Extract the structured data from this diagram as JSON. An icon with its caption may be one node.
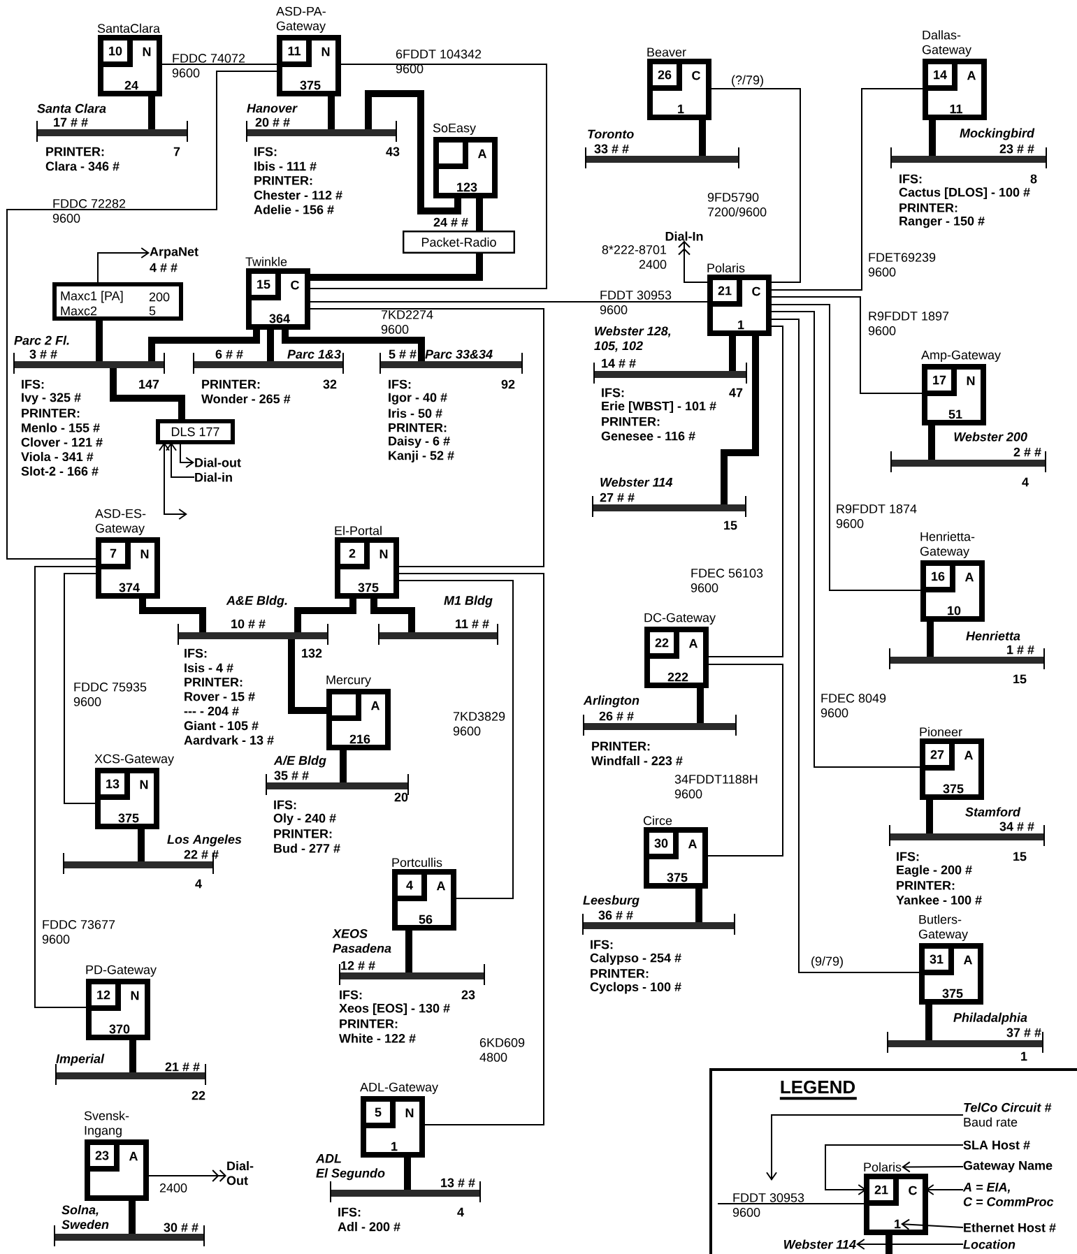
{
  "diagram": {
    "nodes": [
      {
        "text": [
          "SantaClara",
          "N",
          "24"
        ]
      },
      {
        "text": [
          "10"
        ],
        "in": 0
      },
      {
        "text": [
          "Santa Clara",
          "17 # #"
        ],
        "beside": [
          "PRINTER:",
          "Clara - 346 #",
          "7"
        ]
      },
      {
        "text": [
          "ASD-PA-Gateway",
          "N",
          "375"
        ]
      },
      {
        "text": [
          "11"
        ],
        "in": 3
      },
      {
        "text": [
          "Hanover",
          "20 # #"
        ],
        "beside": [
          "IFS:",
          "Ibis - 111 #",
          "PRINTER:",
          "Chester - 112 #",
          "Adelie - 156 #",
          "43"
        ]
      },
      {
        "text": [
          "SoEasy",
          "A",
          "123"
        ]
      },
      {
        "text": [],
        "shape": "box",
        "in": 6
      },
      {
        "text": [
          "Packet-Radio"
        ],
        "beside": [
          "24 # #"
        ]
      },
      {
        "text": [
          "Beaver",
          "C",
          "1"
        ]
      },
      {
        "text": [
          "26"
        ],
        "in": 9
      },
      {
        "text": [
          "Toronto",
          "33 # #"
        ]
      },
      {
        "text": [
          "Dallas-Gateway",
          "A",
          "11"
        ]
      },
      {
        "text": [
          "14"
        ],
        "in": 12
      },
      {
        "text": [
          "Mockingbird",
          "23 # #"
        ],
        "beside": [
          "IFS:",
          "Cactus [DLOS] - 100 #",
          "PRINTER:",
          "Ranger - 150 #",
          "8"
        ]
      },
      {
        "text": [
          "ArpaNet",
          "4 # #"
        ]
      },
      {
        "text": [
          "Maxc1 [PA]",
          "200",
          "Maxc2",
          "5"
        ]
      },
      {
        "text": [
          "Twinkle",
          "C",
          "364"
        ]
      },
      {
        "text": [
          "15"
        ],
        "in": 17
      },
      {
        "text": [
          "Dial-In"
        ]
      },
      {
        "text": [
          "Polaris",
          "C",
          "1"
        ]
      },
      {
        "text": [
          "21"
        ],
        "in": 20
      },
      {
        "text": [
          "Parc 2 Fl.",
          "3 # #"
        ],
        "beside": [
          "IFS:",
          "Ivy - 325 #",
          "PRINTER:",
          "Menlo - 155 #",
          "Clover - 121 #",
          "Viola - 341 #",
          "Slot-2 - 166 #",
          "147"
        ]
      },
      {
        "text": [
          "6 # #",
          "Parc 1&3"
        ],
        "beside": [
          "PRINTER:",
          "Wonder - 265 #",
          "32"
        ]
      },
      {
        "text": [
          "5 # #",
          "Parc 33&34"
        ],
        "beside": [
          "IFS:",
          "Igor - 40 #",
          "Iris - 50 #",
          "PRINTER:",
          "Daisy - 6 #",
          "Kanji - 52 #",
          "92"
        ]
      },
      {
        "text": [
          "Webster 128, 105, 102",
          "14 # #"
        ],
        "beside": [
          "IFS:",
          "Erie [WBST] - 101 #",
          "PRINTER:",
          "Genesee - 116 #",
          "47"
        ]
      },
      {
        "text": [
          "Amp-Gateway",
          "N",
          "51"
        ]
      },
      {
        "text": [
          "17"
        ],
        "in": 26
      },
      {
        "text": [
          "Webster 200",
          "2 # #"
        ],
        "beside": [
          "4"
        ]
      },
      {
        "text": [
          "DLS 177"
        ]
      },
      {
        "text": [
          "Dial-out"
        ]
      },
      {
        "text": [
          "Dial-in"
        ]
      },
      {
        "text": [
          "Webster 114",
          "27 # #"
        ],
        "beside": [
          "15"
        ]
      },
      {
        "text": [
          "ASD-ES-Gateway",
          "N",
          "374"
        ]
      },
      {
        "text": [
          "7"
        ],
        "in": 33
      },
      {
        "text": [
          "El-Portal",
          "N",
          "375"
        ]
      },
      {
        "text": [
          "2"
        ],
        "in": 35
      },
      {
        "text": [
          "Henrietta-Gateway",
          "A",
          "10"
        ]
      },
      {
        "text": [
          "16"
        ],
        "in": 37
      },
      {
        "text": [
          "A&E Bldg.",
          "10 # #"
        ],
        "beside": [
          "IFS:",
          "Isis - 4 #",
          "PRINTER:",
          "Rover - 15 #",
          "--- - 204 #",
          "Giant - 105 #",
          "Aardvark - 13 #",
          "132"
        ]
      },
      {
        "text": [
          "M1 Bldg",
          "11 # #"
        ]
      },
      {
        "text": [
          "DC-Gateway",
          "A",
          "222"
        ]
      },
      {
        "text": [
          "22"
        ],
        "in": 41
      },
      {
        "text": [
          "Henrietta",
          "1 # #"
        ],
        "beside": [
          "15"
        ]
      },
      {
        "text": [
          "Mercury",
          "A",
          "216"
        ]
      },
      {
        "text": [],
        "shape": "box",
        "in": 44
      },
      {
        "text": [
          "Arlington",
          "26 # #"
        ],
        "beside": [
          "PRINTER:",
          "Windfall - 223 #"
        ]
      },
      {
        "text": [
          "XCS-Gateway",
          "N",
          "375"
        ]
      },
      {
        "text": [
          "13"
        ],
        "in": 47
      },
      {
        "text": [
          "Pioneer",
          "A",
          "375"
        ]
      },
      {
        "text": [
          "27"
        ],
        "in": 49
      },
      {
        "text": [
          "A/E Bldg",
          "35 # #"
        ],
        "beside": [
          "IFS:",
          "Oly - 240 #",
          "PRINTER:",
          "Bud - 277 #",
          "20"
        ]
      },
      {
        "text": [
          "Circe",
          "A",
          "375"
        ]
      },
      {
        "text": [
          "30"
        ],
        "in": 52
      },
      {
        "text": [
          "Los Angeles",
          "22 # #"
        ],
        "beside": [
          "4"
        ]
      },
      {
        "text": [
          "Stamford",
          "34 # #"
        ],
        "beside": [
          "IFS:",
          "Eagle - 200 #",
          "PRINTER:",
          "Yankee - 100 #",
          "15"
        ]
      },
      {
        "text": [
          "Portcullis",
          "A",
          "56"
        ]
      },
      {
        "text": [
          "4"
        ],
        "in": 56
      },
      {
        "text": [
          "Leesburg",
          "36 # #"
        ],
        "beside": [
          "IFS:",
          "Calypso - 254 #",
          "PRINTER:",
          "Cyclops - 100 #"
        ]
      },
      {
        "text": [
          "Butlers-Gateway",
          "A",
          "375"
        ]
      },
      {
        "text": [
          "31"
        ],
        "in": 59
      },
      {
        "text": [
          "XEOS Pasadena",
          "12 # #"
        ],
        "beside": [
          "IFS:",
          "Xeos [EOS] - 130 #",
          "PRINTER:",
          "White - 122 #",
          "23"
        ]
      },
      {
        "text": [
          "PD-Gateway",
          "N",
          "370"
        ]
      },
      {
        "text": [
          "12"
        ],
        "in": 62
      },
      {
        "text": [
          "Philadalphia",
          "37 # #"
        ],
        "beside": [
          "1"
        ]
      },
      {
        "text": [
          "Imperial",
          "21 # #"
        ],
        "beside": [
          "22"
        ]
      },
      {
        "text": [
          "ADL-Gateway",
          "N",
          "1"
        ]
      },
      {
        "text": [
          "5"
        ],
        "in": 66
      },
      {
        "text": [
          "Svensk-Ingang",
          "A"
        ]
      },
      {
        "text": [
          "23"
        ],
        "in": 68
      },
      {
        "text": [
          "Dial-Out"
        ]
      },
      {
        "text": [
          "ADL El Segundo",
          "13 # #"
        ],
        "beside": [
          "IFS:",
          "Adl - 200 #",
          "4"
        ]
      },
      {
        "text": [
          "Solna, Sweden",
          "30 # #"
        ]
      },
      {
        "text": [
          "LEGEND"
        ]
      },
      {
        "text": [
          "TelCo Circuit #",
          "Baud rate"
        ],
        "in": 73
      },
      {
        "text": [
          "SLA Host #"
        ],
        "in": 73
      },
      {
        "text": [
          "Polaris",
          "C",
          "1"
        ],
        "in": 73
      },
      {
        "text": [
          "21"
        ],
        "in": 76
      },
      {
        "text": [
          "Gateway Name"
        ],
        "in": 73
      },
      {
        "text": [
          "A = EIA, C = CommProc"
        ],
        "in": 73
      },
      {
        "text": [
          "Ethernet Host #"
        ],
        "in": 73
      },
      {
        "text": [
          "Webster 114"
        ],
        "in": 73
      },
      {
        "text": [
          "Location"
        ],
        "in": 73
      }
    ],
    "edges": [
      {
        "from": 0,
        "to": 3,
        "arrow": "none",
        "label": "FDDC 74072 9600"
      },
      {
        "from": 3,
        "to": 33,
        "arrow": "none",
        "label": "FDDC 72282 9600"
      },
      {
        "from": 3,
        "to": 17,
        "arrow": "none",
        "label": "6FDDT 104342 9600"
      },
      {
        "from": 17,
        "to": 20,
        "arrow": "none",
        "label": "FDDT 30953 9600"
      },
      {
        "from": 17,
        "to": 35,
        "arrow": "none",
        "label": "7KD2274 9600"
      },
      {
        "from": 9,
        "to": 20,
        "arrow": "none",
        "label": "9FD5790 7200/9600"
      },
      {
        "from": 20,
        "to": 12,
        "arrow": "none",
        "label": "FDET69239 9600"
      },
      {
        "from": 20,
        "to": 26,
        "arrow": "none",
        "label": "R9FDDT 1897 9600"
      },
      {
        "from": 20,
        "to": 37,
        "arrow": "none",
        "label": "R9FDDT 1874 9600"
      },
      {
        "from": 20,
        "to": 49,
        "arrow": "none",
        "label": "FDEC 8049 9600"
      },
      {
        "from": 20,
        "to": 59,
        "arrow": "none",
        "label": "(9/79)"
      },
      {
        "from": 20,
        "to": 41,
        "arrow": "none",
        "label": "FDEC 56103 9600"
      },
      {
        "from": 41,
        "to": 52,
        "arrow": "none",
        "label": "34FDDT1188H 9600"
      },
      {
        "from": 33,
        "to": 47,
        "arrow": "none",
        "label": "FDDC 75935 9600"
      },
      {
        "from": 33,
        "to": 62,
        "arrow": "none",
        "label": "FDDC 73677 9600"
      },
      {
        "from": 35,
        "to": 56,
        "arrow": "none",
        "label": "7KD3829 9600"
      },
      {
        "from": 35,
        "to": 66,
        "arrow": "none",
        "label": "6KD609 4800"
      },
      {
        "from": 20,
        "to": 19,
        "arrow": "to",
        "label": "8*222-8701 2400"
      },
      {
        "from": 16,
        "to": 15,
        "arrow": "to"
      },
      {
        "from": 29,
        "to": 30,
        "arrow": "to"
      },
      {
        "from": 31,
        "to": 29,
        "arrow": "to"
      },
      {
        "from": 29,
        "to": null,
        "arrow": "both"
      },
      {
        "from": 68,
        "to": 70,
        "arrow": "to",
        "label": "2400"
      },
      {
        "from": 0,
        "to": 2,
        "arrow": "none",
        "style": "thick"
      },
      {
        "from": 3,
        "to": 5,
        "arrow": "none",
        "style": "thick"
      },
      {
        "from": 6,
        "to": 5,
        "arrow": "none",
        "style": "thick"
      },
      {
        "from": 6,
        "to": 8,
        "arrow": "none",
        "style": "thick"
      },
      {
        "from": 8,
        "to": 17,
        "arrow": "none",
        "style": "thick"
      },
      {
        "from": 9,
        "to": 11,
        "arrow": "none",
        "style": "thick"
      },
      {
        "from": 12,
        "to": 14,
        "arrow": "none",
        "style": "thick"
      },
      {
        "from": 17,
        "to": 22,
        "arrow": "none",
        "style": "thick"
      },
      {
        "from": 17,
        "to": 23,
        "arrow": "none",
        "style": "thick"
      },
      {
        "from": 17,
        "to": 24,
        "arrow": "none",
        "style": "thick"
      },
      {
        "from": 16,
        "to": 22,
        "arrow": "none",
        "style": "thick"
      },
      {
        "from": 22,
        "to": 29,
        "arrow": "none",
        "style": "thick"
      },
      {
        "from": 20,
        "to": 25,
        "arrow": "none",
        "style": "thick"
      },
      {
        "from": 20,
        "to": 32,
        "arrow": "none",
        "style": "thick"
      },
      {
        "from": 26,
        "to": 28,
        "arrow": "none",
        "style": "thick"
      },
      {
        "from": 37,
        "to": 43,
        "arrow": "none",
        "style": "thick"
      },
      {
        "from": 33,
        "to": 39,
        "arrow": "none",
        "style": "thick"
      },
      {
        "from": 35,
        "to": 39,
        "arrow": "none",
        "style": "thick"
      },
      {
        "from": 35,
        "to": 40,
        "arrow": "none",
        "style": "thick"
      },
      {
        "from": 44,
        "to": 39,
        "arrow": "none",
        "style": "thick"
      },
      {
        "from": 41,
        "to": 46,
        "arrow": "none",
        "style": "thick"
      },
      {
        "from": 44,
        "to": 51,
        "arrow": "none",
        "style": "thick"
      },
      {
        "from": 47,
        "to": 54,
        "arrow": "none",
        "style": "thick"
      },
      {
        "from": 49,
        "to": 55,
        "arrow": "none",
        "style": "thick"
      },
      {
        "from": 52,
        "to": 58,
        "arrow": "none",
        "style": "thick"
      },
      {
        "from": 56,
        "to": 61,
        "arrow": "none",
        "style": "thick"
      },
      {
        "from": 59,
        "to": 64,
        "arrow": "none",
        "style": "thick"
      },
      {
        "from": 62,
        "to": 65,
        "arrow": "none",
        "style": "thick"
      },
      {
        "from": 66,
        "to": 71,
        "arrow": "none",
        "style": "thick"
      },
      {
        "from": 68,
        "to": 72,
        "arrow": "none",
        "style": "thick"
      },
      {
        "from": null,
        "to": 76,
        "arrow": "none",
        "label": "FDDT 30953 9600"
      },
      {
        "from": 74,
        "to": null,
        "arrow": "to"
      },
      {
        "from": 75,
        "to": 77,
        "arrow": "to"
      },
      {
        "from": 78,
        "to": 76,
        "arrow": "to"
      },
      {
        "from": 79,
        "to": 76,
        "arrow": "to"
      },
      {
        "from": 80,
        "to": 76,
        "arrow": "to"
      },
      {
        "from": 82,
        "to": 81,
        "arrow": "to"
      }
    ],
    "labels": [
      "(?/79)"
    ]
  }
}
